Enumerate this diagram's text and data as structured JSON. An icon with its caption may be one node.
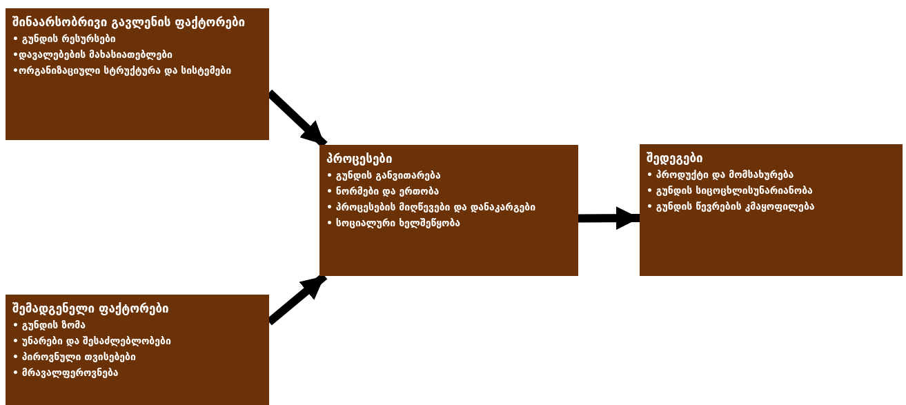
{
  "diagram": {
    "nodes": [
      {
        "text": [
          "შინაარსობრივი გავლენის ფაქტორები",
          "• გუნდის რესურსები",
          "•დავალებების მახასიათებლები",
          "•ორგანიზაციული სტრუქტურა და სისტემები"
        ]
      },
      {
        "text": [
          "პროცესები",
          "• გუნდის განვითარება",
          "• ნორმები და ერთობა",
          "• პროცესების მიღწევები და დანაკარგები",
          "• სოციალური ხელშეწყობა"
        ]
      },
      {
        "text": [
          "შედეგები",
          "• პროდუქტი და მომსახურება",
          "• გუნდის სიცოცხლისუნარიანობა",
          "• გუნდის წევრების კმაყოფილება"
        ]
      },
      {
        "text": [
          "შემადგენელი ფაქტორები",
          "• გუნდის ზომა",
          "• უნარები და შესაძლებლობები",
          "• პიროვნული თვისებები",
          "• მრავალფეროვნება"
        ]
      }
    ],
    "edges": [
      {
        "from": 0,
        "to": 1,
        "arrow": "to"
      },
      {
        "from": 3,
        "to": 1,
        "arrow": "to"
      },
      {
        "from": 1,
        "to": 2,
        "arrow": "to"
      }
    ]
  }
}
